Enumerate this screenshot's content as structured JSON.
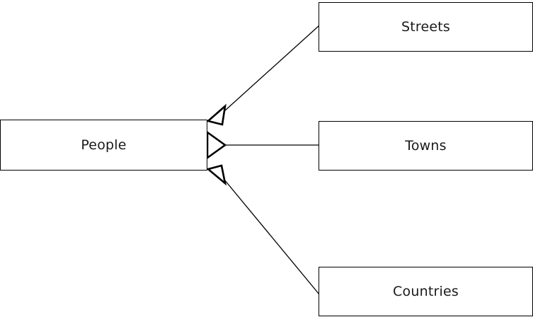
{
  "diagram": {
    "type": "entity-relationship-diagram",
    "background_color": "#ffffff",
    "line_color": "#000000",
    "text_color": "#1a1a1a",
    "nodes": [
      {
        "id": "people",
        "label": "People"
      },
      {
        "id": "streets",
        "label": "Streets"
      },
      {
        "id": "towns",
        "label": "Towns"
      },
      {
        "id": "countries",
        "label": "Countries"
      }
    ],
    "edges": [
      {
        "id": "people-streets",
        "from": "people",
        "to": "streets",
        "arrowhead": "hollow-triangle",
        "arrow_at": "people"
      },
      {
        "id": "people-towns",
        "from": "people",
        "to": "towns",
        "arrowhead": "hollow-triangle",
        "arrow_at": "people"
      },
      {
        "id": "people-countries",
        "from": "people",
        "to": "countries",
        "arrowhead": "hollow-triangle",
        "arrow_at": "people"
      }
    ]
  }
}
